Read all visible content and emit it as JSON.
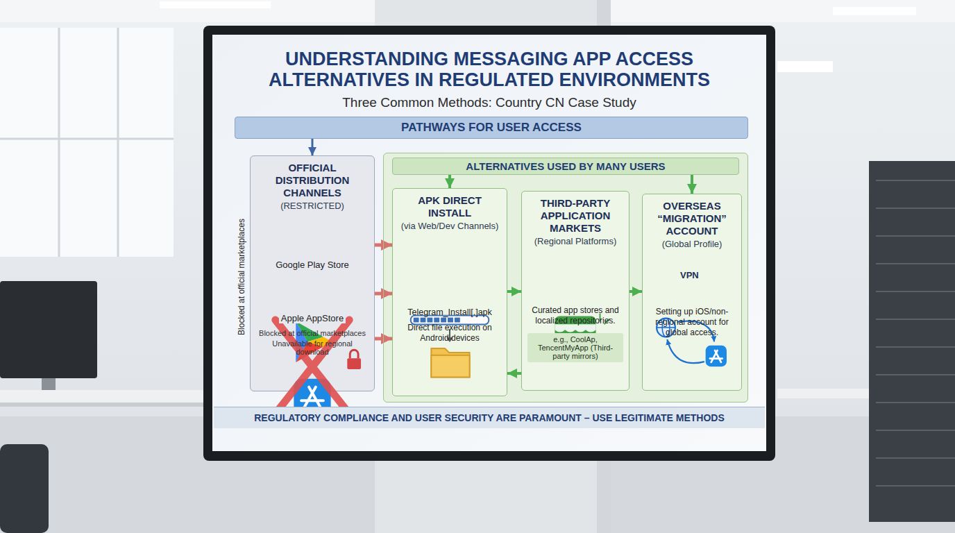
{
  "diagram": {
    "title": "UNDERSTANDING MESSAGING APP ACCESS ALTERNATIVES IN REGULATED ENVIRONMENTS",
    "nodes": [
      {
        "text": [
          "PATHWAYS FOR USER ACCESS"
        ]
      },
      {
        "text": [
          "OFFICIAL DISTRIBUTION CHANNELS",
          "(RESTRICTED)"
        ]
      },
      {
        "text": [
          "ALTERNATIVES USED BY MANY USERS"
        ]
      },
      {
        "text": [
          "APK DIRECT INSTALL",
          "(via Web/Dev Channels)",
          "Telegram_Install[.]apk",
          "Direct file execution on Android devices"
        ],
        "in": 2
      },
      {
        "text": [
          "THIRD-PARTY APPLICATION MARKETS",
          "(Regional Platforms)",
          "Curated app stores and localized repositories.",
          "e.g., CoolAp, TencentMyApp (Third-party mirrors)"
        ],
        "in": 2
      },
      {
        "text": [
          "OVERSEAS “MIGRATION” ACCOUNT",
          "(Global Profile)",
          "Setting up iOS/non-regional account for global access."
        ],
        "in": 2
      },
      {
        "text": [
          "REGULATORY COMPLIANCE AND USER SECURITY ARE PARAMOUNT – USE LEGITIMATE METHODS"
        ]
      }
    ],
    "edges": [
      {
        "from": 0,
        "to": 1,
        "arrow": "to"
      },
      {
        "from": 1,
        "to": 3,
        "arrow": "to"
      },
      {
        "from": 1,
        "to": 3,
        "arrow": "to"
      },
      {
        "from": 1,
        "to": 3,
        "arrow": "to"
      },
      {
        "from": 2,
        "to": 3,
        "arrow": "to"
      },
      {
        "from": 2,
        "to": 5,
        "arrow": "to"
      },
      {
        "from": 3,
        "to": 4,
        "arrow": "to"
      },
      {
        "from": 4,
        "to": 5,
        "arrow": "to"
      },
      {
        "from": 4,
        "to": 3,
        "arrow": "to"
      }
    ],
    "labels": [
      "Three Common Methods: Country CN Case Study",
      "Blocked at official marketplaces",
      "Google Play Store",
      "Apple AppStore",
      "Blocked at official marketplaces",
      "Unavailable for regional download",
      "VPN"
    ]
  }
}
